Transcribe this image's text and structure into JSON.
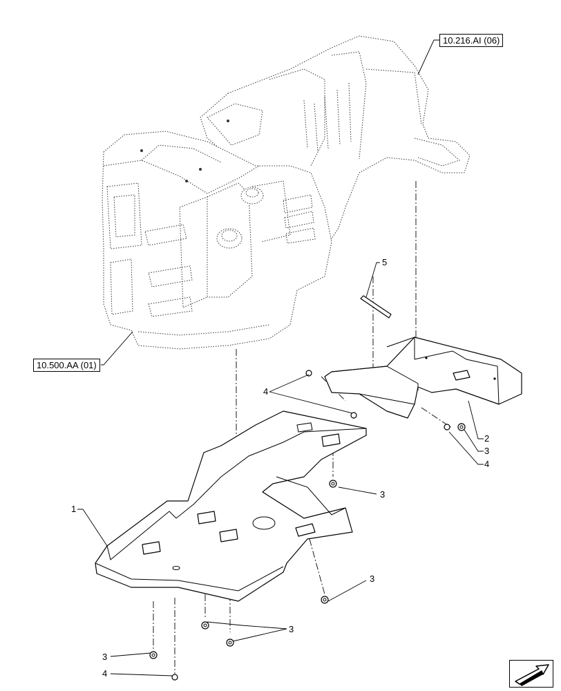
{
  "references": {
    "top": "10.216.AI (06)",
    "left": "10.500.AA (01)"
  },
  "callouts": {
    "c1": "1",
    "c2": "2",
    "c3a": "3",
    "c3b": "3",
    "c3c": "3",
    "c3d": "3",
    "c3e": "3",
    "c4a": "4",
    "c4b": "4",
    "c4c": "4",
    "c5": "5"
  },
  "navigation": {
    "icon": "next-page-arrow-icon"
  }
}
